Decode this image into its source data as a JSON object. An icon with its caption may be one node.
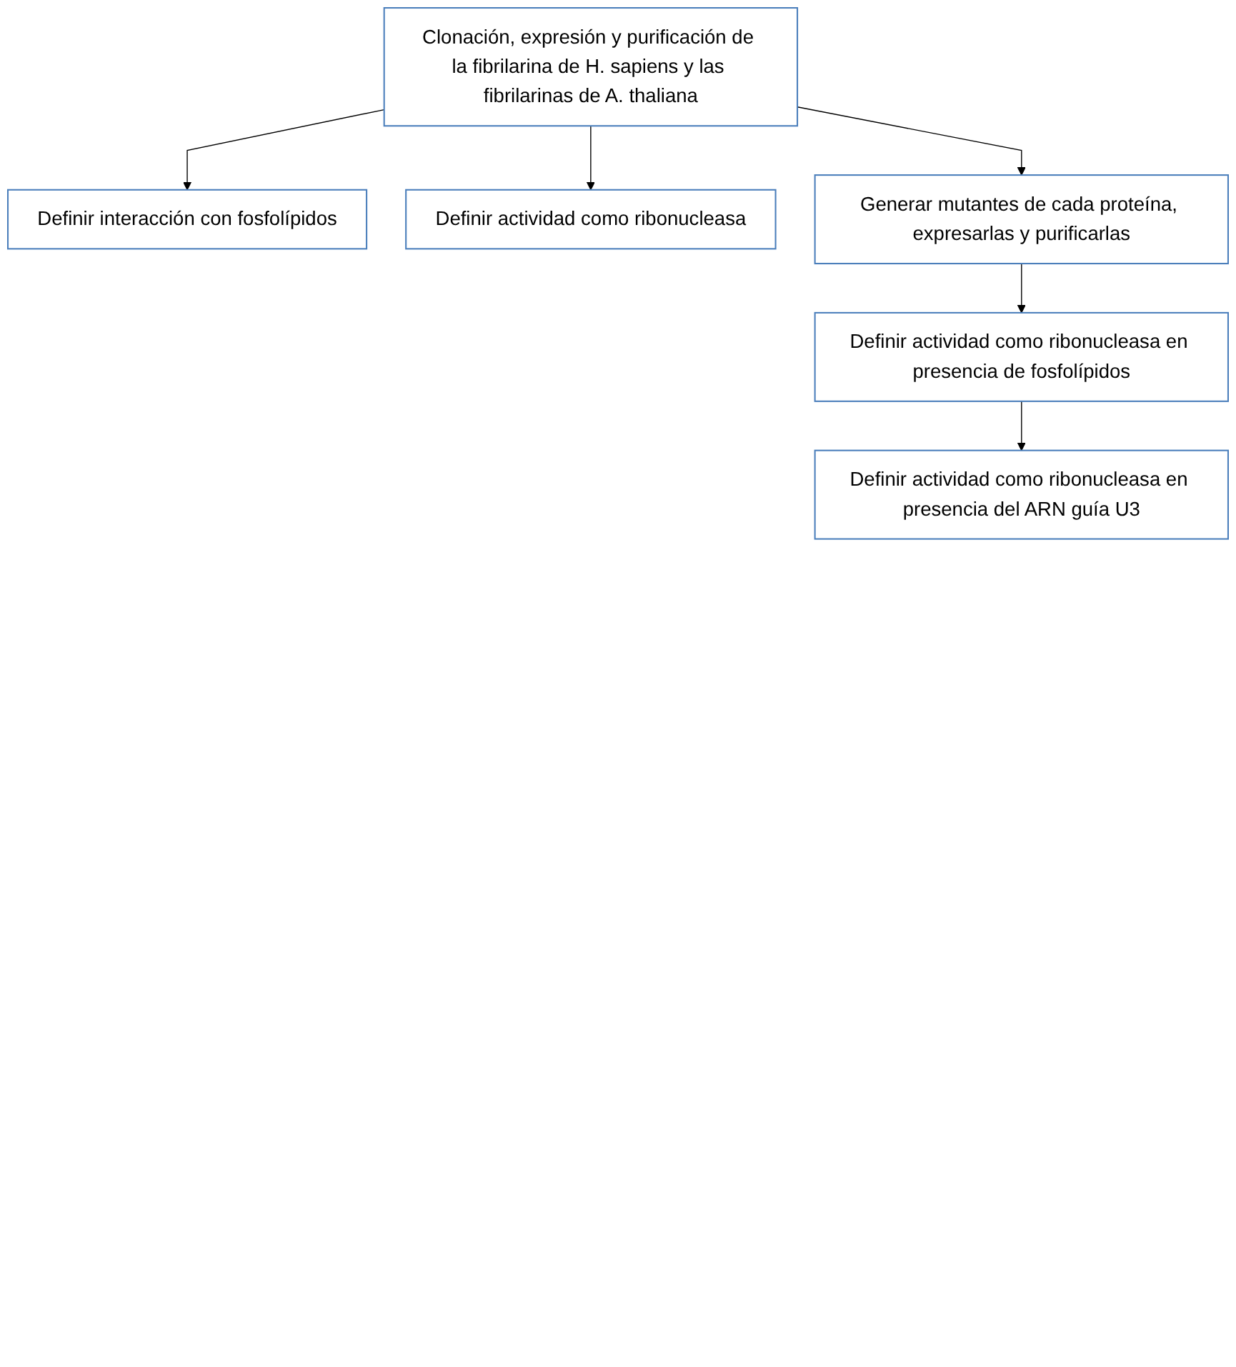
{
  "diagram": {
    "nodes": [
      {
        "text": [
          "Clonación, expresión y purificación de la fibrilarina de H. sapiens y las fibrilarinas de A. thaliana"
        ]
      },
      {
        "text": [
          "Definir interacción con fosfolípidos"
        ]
      },
      {
        "text": [
          "Definir actividad como ribonucleasa"
        ]
      },
      {
        "text": [
          "Generar mutantes de cada proteína, expresarlas y purificarlas"
        ]
      },
      {
        "text": [
          "Definir actividad como ribonucleasa en presencia de fosfolípidos"
        ]
      },
      {
        "text": [
          "Definir actividad como ribonucleasa en presencia del ARN guía U3"
        ]
      }
    ],
    "edges": [
      {
        "from": 0,
        "to": 1,
        "arrow": "to"
      },
      {
        "from": 0,
        "to": 3,
        "arrow": "to"
      },
      {
        "from": 0,
        "to": 2,
        "arrow": "to"
      },
      {
        "from": 3,
        "to": 4,
        "arrow": "to"
      },
      {
        "from": 4,
        "to": 5,
        "arrow": "to"
      }
    ]
  }
}
